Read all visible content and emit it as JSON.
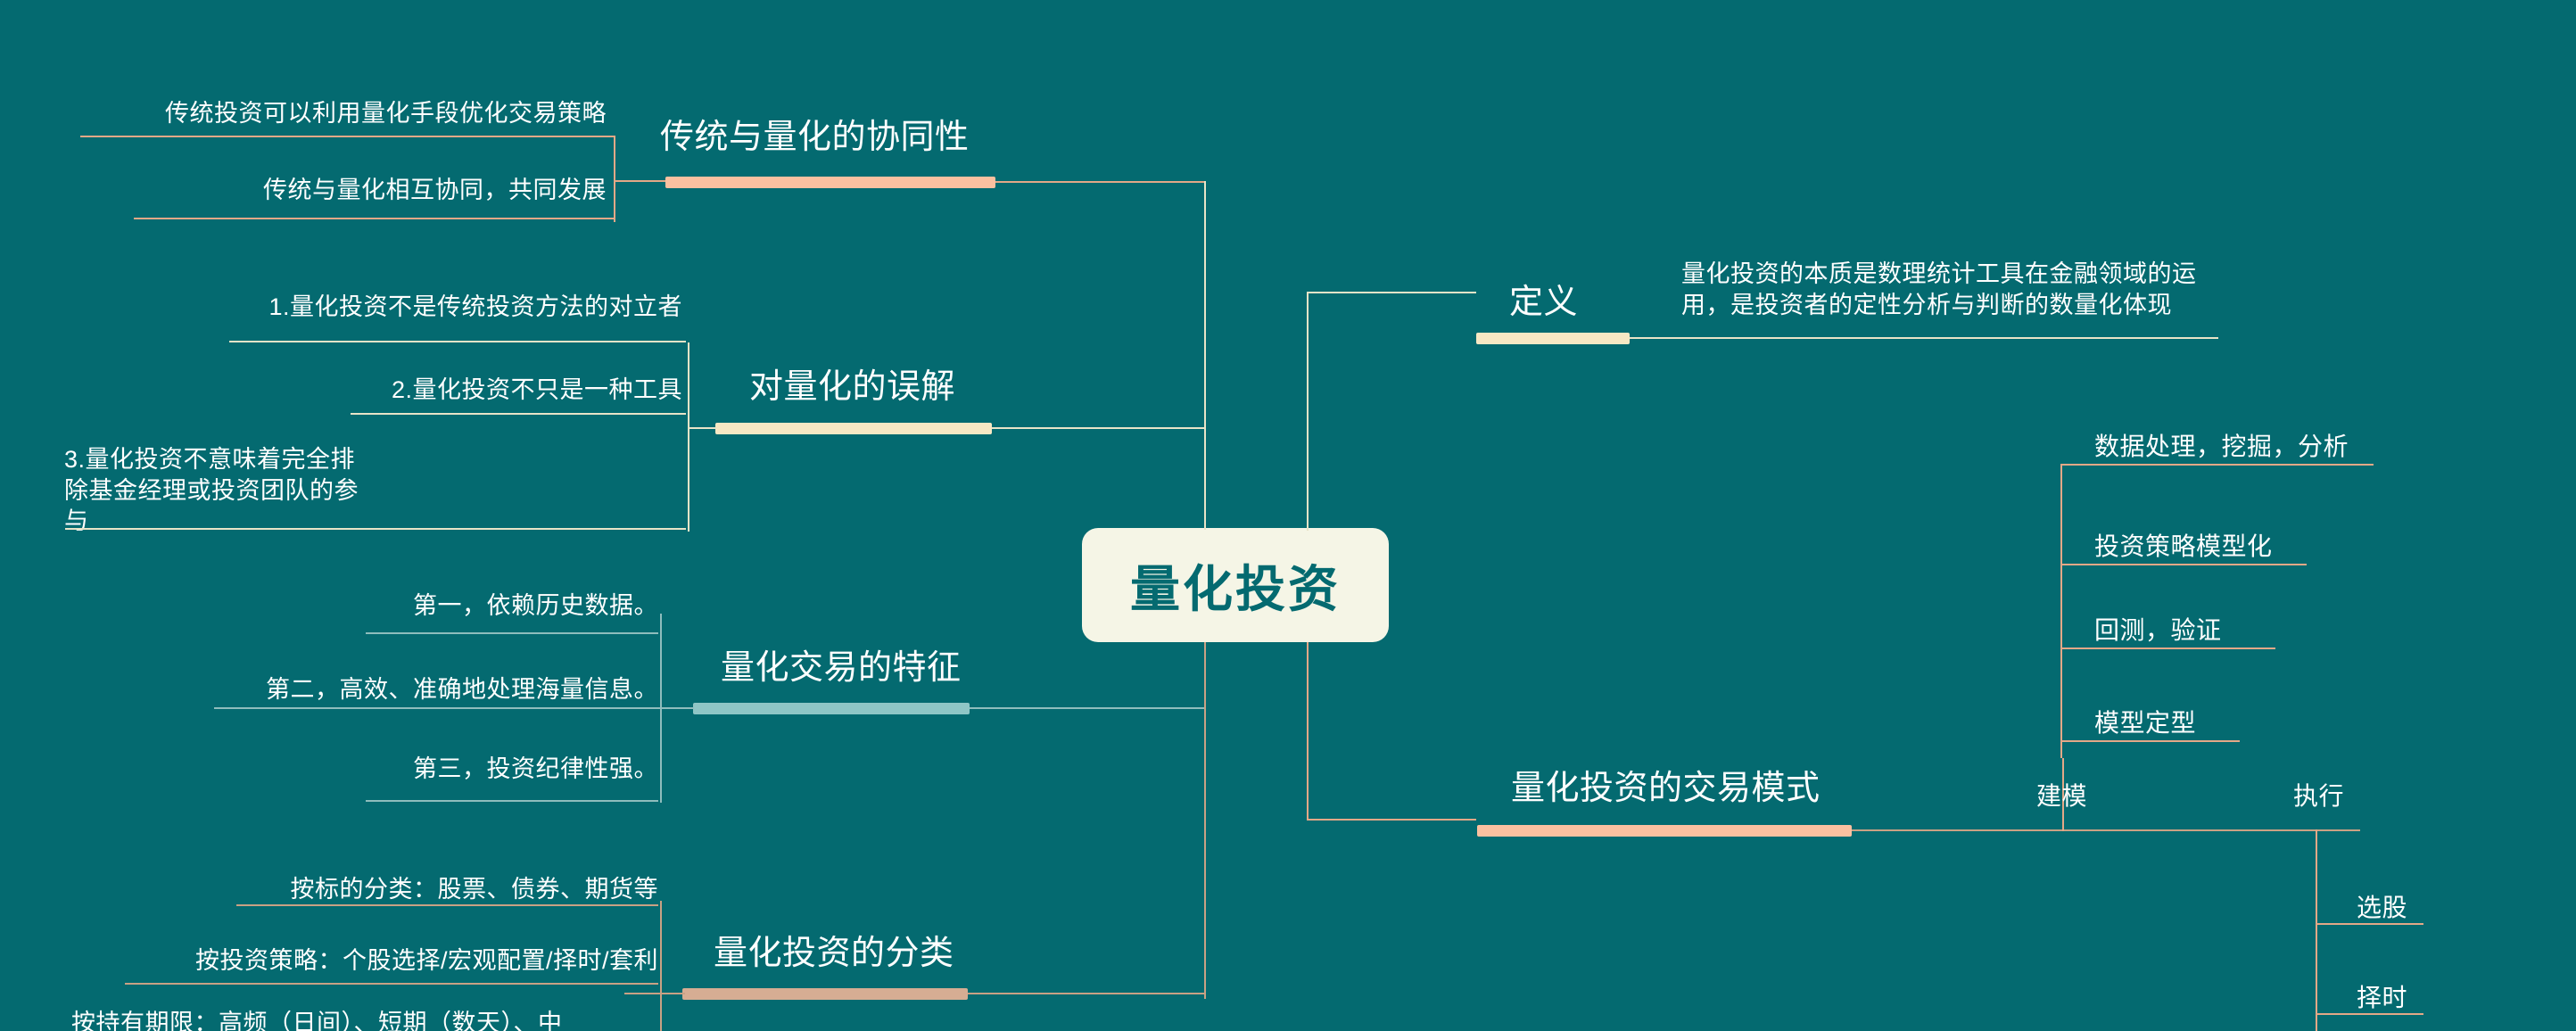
{
  "theme": {
    "background": "#046a70",
    "root_fill": "#f5f5e6",
    "root_text": "#046a70",
    "text": "#ffffff",
    "accent_peach": "#fbc0a0",
    "accent_cream": "#f7e8c4",
    "accent_sage": "#8fc6c6",
    "accent_tan": "#d6ad93",
    "line_cream": "#e8e4c8",
    "line_peach": "#e3a887",
    "line_sage": "#8fbdbd",
    "line_tan": "#c9a184"
  },
  "root": {
    "label": "量化投资"
  },
  "branches": {
    "synergy": {
      "label": "传统与量化的协同性",
      "accent": "#fbc0a0",
      "leaves": [
        "传统投资可以利用量化手段优化交易策略",
        "传统与量化相互协同，共同发展"
      ]
    },
    "misconception": {
      "label": "对量化的误解",
      "accent": "#f7e8c4",
      "leaves": [
        "1.量化投资不是传统投资方法的对立者",
        "2.量化投资不只是一种工具",
        "3.量化投资不意味着完全排除基金经理或投资团队的参与"
      ]
    },
    "features": {
      "label": "量化交易的特征",
      "accent": "#8fc6c6",
      "leaves": [
        "第一，依赖历史数据。",
        "第二，高效、准确地处理海量信息。",
        "第三，投资纪律性强。"
      ]
    },
    "classification": {
      "label": "量化投资的分类",
      "accent": "#d6ad93",
      "leaves": [
        "按标的分类：股票、债券、期货等",
        "按投资策略：个股选择/宏观配置/择时/套利",
        "按持有期限：高频（日间）、短期（数天）、中"
      ]
    },
    "definition": {
      "label": "定义",
      "accent": "#f7e8c4",
      "leaves": [
        "量化投资的本质是数理统计工具在金融领域的运用，是投资者的定性分析与判断的数量化体现"
      ]
    },
    "trading_mode": {
      "label": "量化投资的交易模式",
      "accent": "#fbc0a0",
      "sub_branches": [
        {
          "label": "建模",
          "leaves": [
            "数据处理，挖掘，分析",
            "投资策略模型化",
            "回测，验证",
            "模型定型"
          ]
        },
        {
          "label": "执行",
          "leaves": [
            "选股",
            "择时"
          ]
        }
      ]
    }
  }
}
